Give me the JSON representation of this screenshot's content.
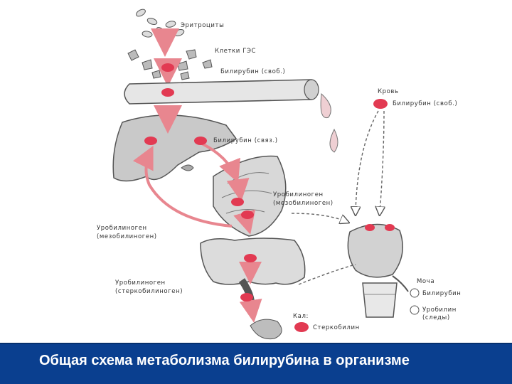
{
  "diagram": {
    "labels": {
      "erythrocytes": "Эритроциты",
      "res_cells": "Клетки ГЭС",
      "bilirubin_free_top": "Билирубин (своб.)",
      "blood": "Кровь",
      "bilirubin_free_blood": "Билирубин (своб.)",
      "bilirubin_bound": "Билирубин (связ.)",
      "urobilinogen_gut_line1": "Уробилиноген",
      "urobilinogen_gut_line2": "(мезобилиноген)",
      "urobilinogen_portal_line1": "Уробилиноген",
      "urobilinogen_portal_line2": "(мезобилиноген)",
      "stercobilinogen_line1": "Уробилиноген",
      "stercobilinogen_line2": "(стеркобилиноген)",
      "urine": "Моча",
      "urine_bilirubin": "Билирубин",
      "urine_urobilin_line1": "Уробилин",
      "urine_urobilin_line2": "(следы)",
      "feces": "Кал:",
      "stercobilin": "Стеркобилин"
    },
    "colors": {
      "marker": "#e23a52",
      "arrow": "#e8868f",
      "outline": "#555555",
      "fill_gray": "#c9c9c9"
    }
  },
  "footer": {
    "caption": "Общая схема  метаболизма билирубина в организме"
  }
}
